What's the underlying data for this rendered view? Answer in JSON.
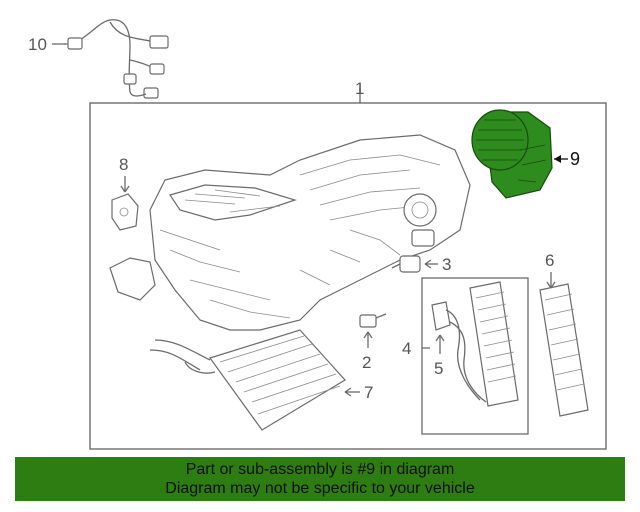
{
  "diagram": {
    "callouts": {
      "c1": "1",
      "c2": "2",
      "c3": "3",
      "c4": "4",
      "c5": "5",
      "c6": "6",
      "c7": "7",
      "c8": "8",
      "c9": "9",
      "c10": "10"
    },
    "highlight_part": "9",
    "highlight_color": "#2e8b1e",
    "line_color": "#6b6b6b"
  },
  "banner": {
    "line1": "Part or sub-assembly is #9 in diagram",
    "line2": "Diagram may not be specific to your vehicle",
    "color": "#2e7d12"
  }
}
